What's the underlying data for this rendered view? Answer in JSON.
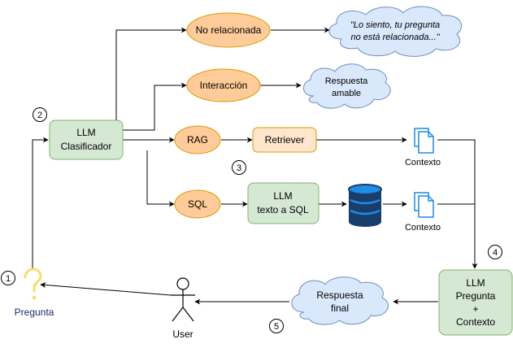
{
  "nodes": {
    "llm_clasificador": [
      "LLM",
      "Clasificador"
    ],
    "no_relacionada": "No relacionada",
    "interaccion": "Interacción",
    "rag": "RAG",
    "sql": "SQL",
    "retriever": "Retriever",
    "llm_texto_sql": [
      "LLM",
      "texto a SQL"
    ],
    "llm_pregunta": [
      "LLM",
      "Pregunta",
      "+",
      "Contexto"
    ],
    "cloud_lo_siento": [
      "\"Lo siento, tu pregunta",
      "no está relacionada...\""
    ],
    "cloud_respuesta_amable": [
      "Respuesta",
      "amable"
    ],
    "cloud_respuesta_final": [
      "Respuesta",
      "final"
    ],
    "contexto_1": "Contexto",
    "contexto_2": "Contexto",
    "pregunta": "Pregunta",
    "user": "User"
  },
  "steps": [
    "1",
    "2",
    "3",
    "4",
    "5"
  ],
  "colors": {
    "green_fill": "#d5e8d4",
    "green_stroke": "#82b366",
    "orange_fill": "#ffcc99",
    "orange_stroke": "#d79b00",
    "retriever_fill": "#ffe6cc",
    "cloud_fill": "#dae8fc",
    "cloud_stroke": "#6c8ebf",
    "doc_blue": "#1f8ce6",
    "db_navy": "#1a3e6b",
    "db_blue": "#1f8ce6",
    "question_yellow": "#f4e06d",
    "pregunta_text": "#1a2b6b"
  },
  "icons": [
    "question-mark-icon",
    "user-icon",
    "document-icon",
    "database-icon"
  ]
}
